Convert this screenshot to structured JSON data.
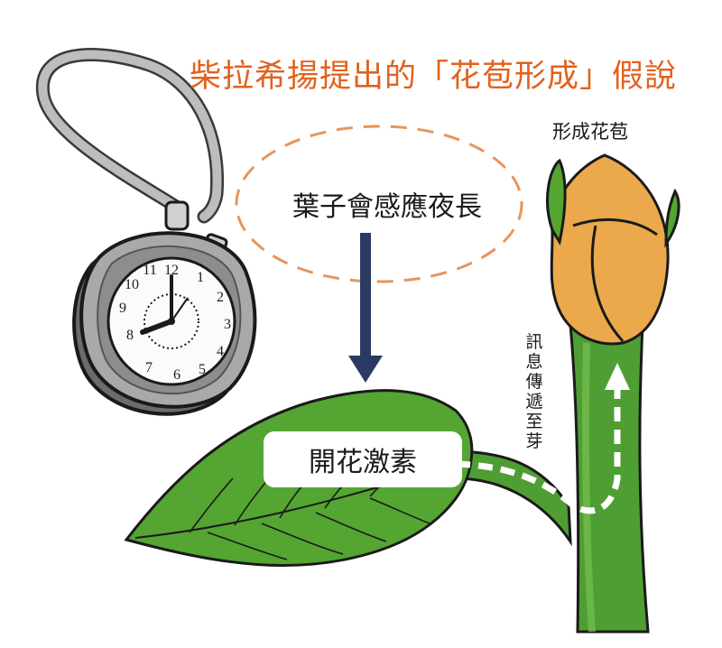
{
  "title": "柴拉希揚提出的「花苞形成」假說",
  "leaf_sense_text": "葉子會感應夜長",
  "bud_label": "形成花苞",
  "hormone_label": "開花激素",
  "signal_text": "訊息傳遞至芽",
  "colors": {
    "title": "#e2611d",
    "dash": "#e8955a",
    "arrow": "#2b3a63",
    "leaf": "#55a532",
    "stem": "#4f9e34",
    "bud": "#eba94b"
  }
}
